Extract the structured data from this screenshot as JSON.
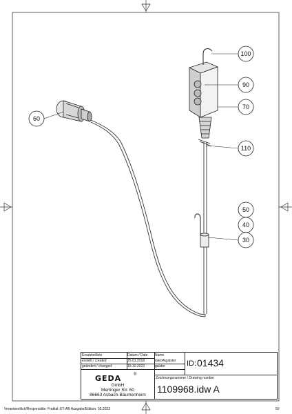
{
  "callouts": [
    "100",
    "90",
    "70",
    "60",
    "110",
    "50",
    "40",
    "30"
  ],
  "title_block": {
    "ersatzteilliste": "Ersatzteilliste",
    "datum_header": "Datum / Date",
    "name_header": "Name",
    "erstellt_label": "erstellt / created",
    "erstellt_date": "25.01.2018",
    "erstellt_name": "GEDA\\galster",
    "geaendert_label": "geändert / changed",
    "geaendert_date": "19.10.2023",
    "geaendert_name": "galster",
    "id_label": "ID:",
    "id_value": "01434",
    "drawing_number_label": "Zeichnungsnummer / Drawing number",
    "drawing_number": "1109968.idw A",
    "company_logo": "GEDA",
    "company_suffix": "GmbH",
    "street": "Mertinger Str. 60",
    "city": "86663 Asbach-Bäumenheim"
  },
  "footer": {
    "responsible": "Verantwortlich/Responsible: Fraktal: ET-AB Ausgabe/Edition: 03.2023",
    "page": "50"
  },
  "colors": {
    "line": "#222222",
    "background": "#ffffff"
  }
}
